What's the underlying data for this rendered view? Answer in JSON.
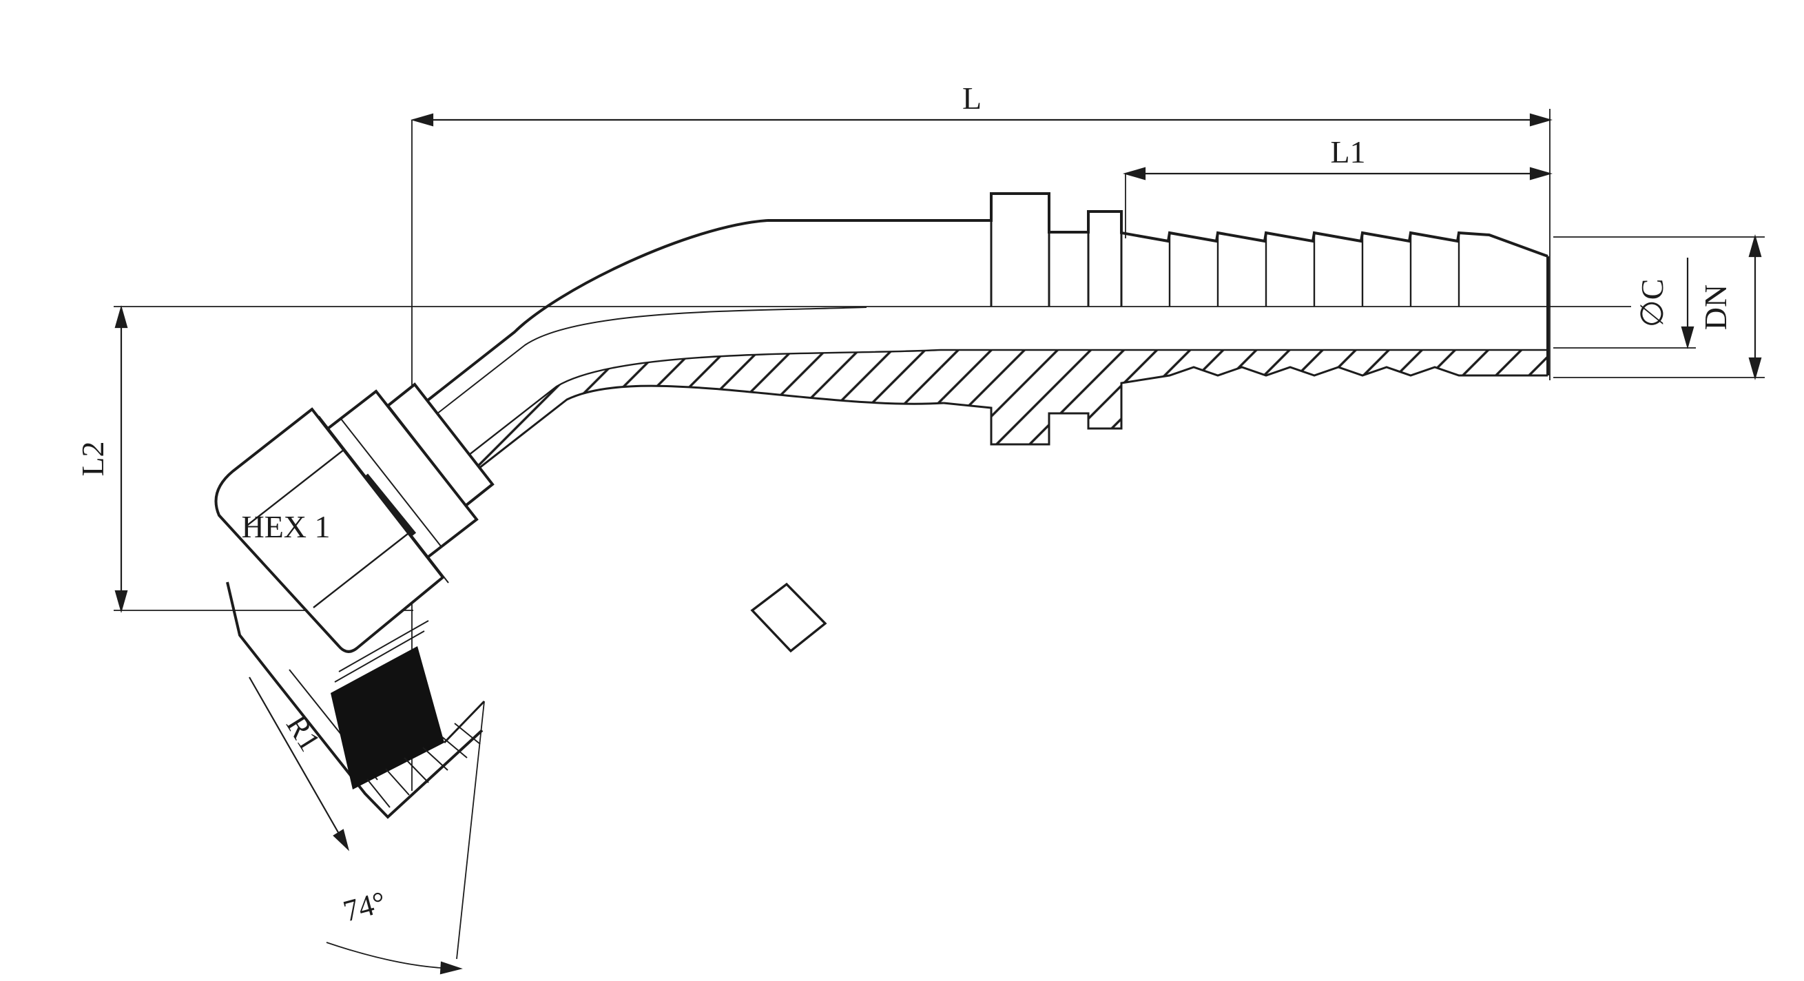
{
  "drawing": {
    "type": "technical-engineering-drawing",
    "subject": "45-degree female swivel elbow hydraulic hose fitting, half-section view",
    "background_color": "#ffffff",
    "line_color": "#1c1c1c",
    "labels": {
      "length_overall": "L",
      "tail_length": "L1",
      "drop_height": "L2",
      "tail_outer_diameter": "∅C",
      "nominal_bore": "DN",
      "hex_size": "HEX 1",
      "nose_radius": "R1",
      "cone_angle": "74°"
    }
  }
}
